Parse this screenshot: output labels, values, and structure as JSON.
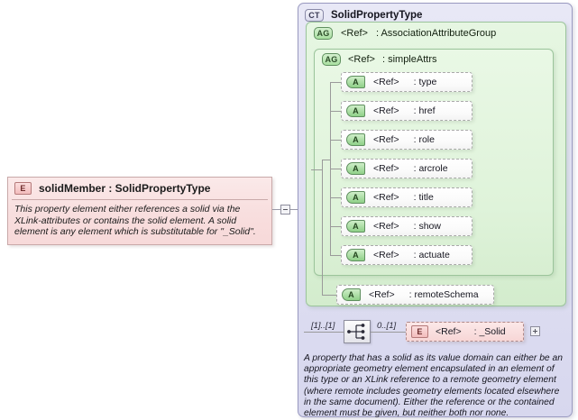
{
  "element_box": {
    "icon": "element-icon",
    "icon_label": "E",
    "name": "solidMember",
    "separator": ":",
    "type": "SolidPropertyType",
    "title": "solidMember : SolidPropertyType",
    "documentation": "This property element either references a solid via the XLink-attributes or contains the solid element. A solid element is any element which is substitutable for \"_Solid\"."
  },
  "complex_type": {
    "icon_label": "CT",
    "name": "SolidPropertyType",
    "documentation": "A property that has a solid as its value domain can either be an appropriate geometry element encapsulated in an element of this type or an XLink reference to a remote geometry element (where remote includes geometry elements located elsewhere in the same document). Either the reference or the contained element must be given, but neither both nor none."
  },
  "attribute_group": {
    "icon_label": "AG",
    "name": "<Ref>",
    "type": ": AssociationAttributeGroup"
  },
  "simple_attrs_group": {
    "icon_label": "AG",
    "name": "<Ref>",
    "type": ": simpleAttrs"
  },
  "attributes": [
    {
      "icon_label": "A",
      "name": "<Ref>",
      "type": ": type"
    },
    {
      "icon_label": "A",
      "name": "<Ref>",
      "type": ": href"
    },
    {
      "icon_label": "A",
      "name": "<Ref>",
      "type": ": role"
    },
    {
      "icon_label": "A",
      "name": "<Ref>",
      "type": ": arcrole"
    },
    {
      "icon_label": "A",
      "name": "<Ref>",
      "type": ": title"
    },
    {
      "icon_label": "A",
      "name": "<Ref>",
      "type": ": show"
    },
    {
      "icon_label": "A",
      "name": "<Ref>",
      "type": ": actuate"
    }
  ],
  "remote_schema": {
    "icon_label": "A",
    "name": "<Ref>",
    "type": ": remoteSchema"
  },
  "sequence": {
    "icon": "sequence-compositor-icon",
    "left_cardinality": "[1]..[1]",
    "right_cardinality": "0..[1]"
  },
  "solid_element": {
    "icon_label": "E",
    "name": "<Ref>",
    "type": ": _Solid",
    "expand_control": "+"
  },
  "collapse_control": "-",
  "colors": {
    "element_pink": "#f8dede",
    "complex_type_lavender": "#dedef2",
    "group_green": "#dbf1d6",
    "attr_white": "#fbfbfb",
    "line_gray": "#9a9a9a"
  }
}
